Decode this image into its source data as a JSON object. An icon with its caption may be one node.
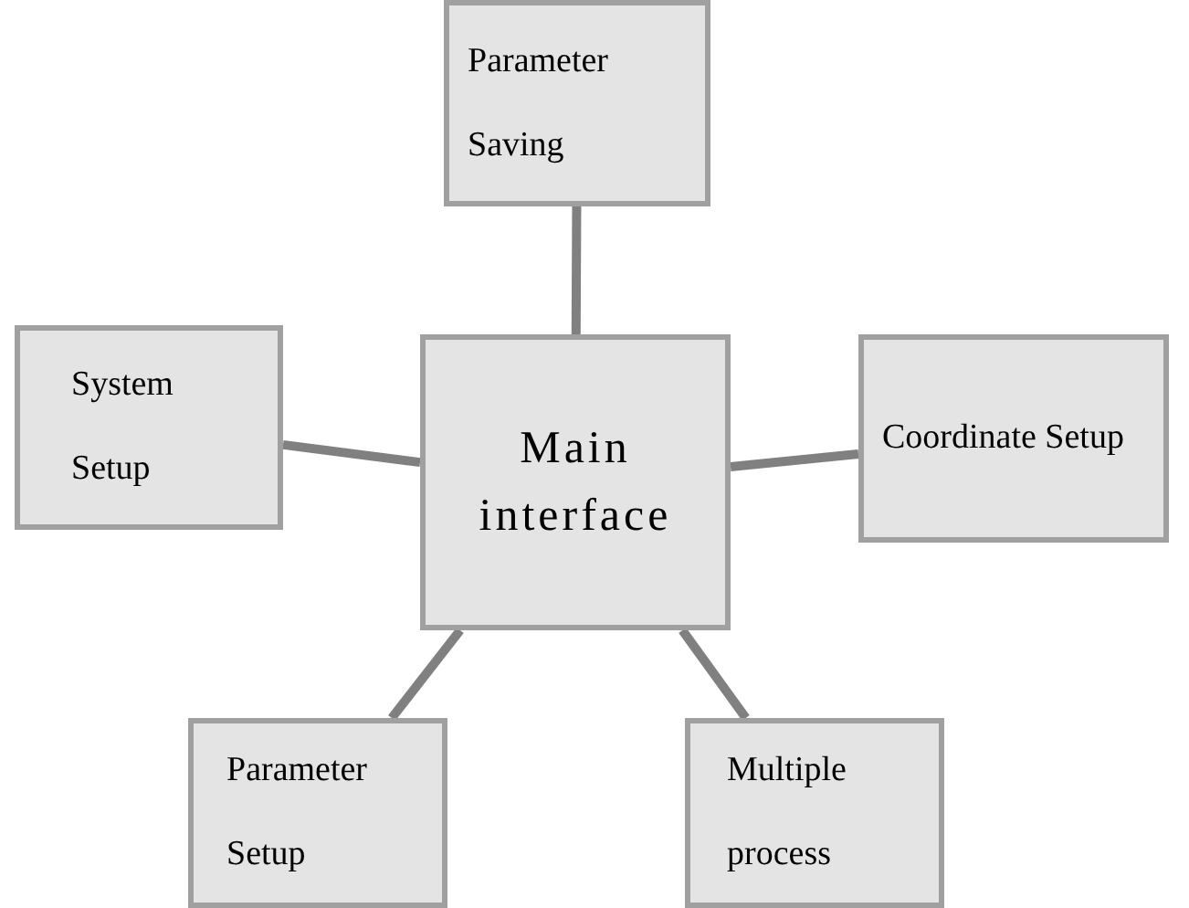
{
  "diagram": {
    "nodes": [
      {
        "text": [
          "Parameter Saving"
        ]
      },
      {
        "text": [
          "System Setup"
        ]
      },
      {
        "text": [
          "Main interface"
        ]
      },
      {
        "text": [
          "Coordinate Setup"
        ]
      },
      {
        "text": [
          "Parameter Setup"
        ]
      },
      {
        "text": [
          "Multiple process"
        ]
      }
    ],
    "edges": [
      {
        "from": 2,
        "to": 0,
        "arrow": "none"
      },
      {
        "from": 2,
        "to": 1,
        "arrow": "none"
      },
      {
        "from": 2,
        "to": 3,
        "arrow": "none"
      },
      {
        "from": 2,
        "to": 4,
        "arrow": "none"
      },
      {
        "from": 2,
        "to": 5,
        "arrow": "none"
      }
    ]
  }
}
